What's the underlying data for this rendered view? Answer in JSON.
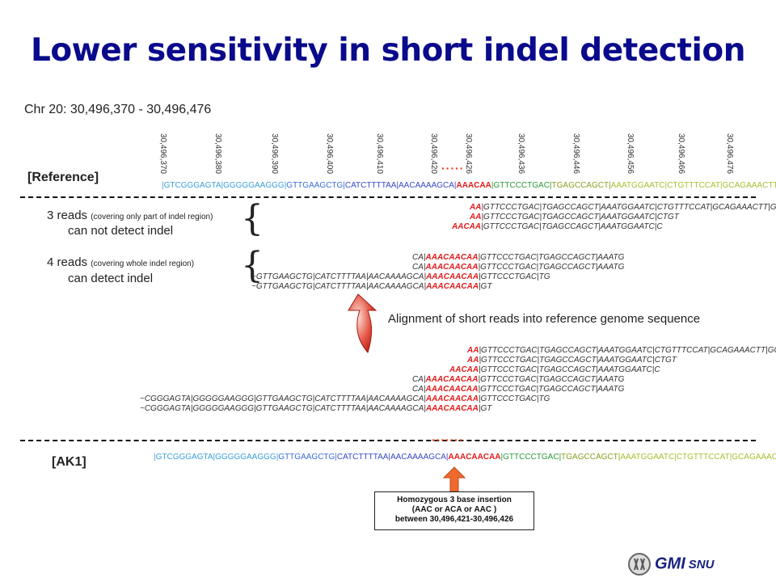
{
  "title": "Lower sensitivity in short indel detection",
  "chr_label": "Chr 20: 30,496,370 - 30,496,476",
  "ticks": [
    "30,496,370",
    "30,496,380",
    "30,496,390",
    "30,496,400",
    "30,496,410",
    "30,496,420",
    "30,496,426",
    "30,496,436",
    "30,496,446",
    "30,496,456",
    "30,496,466",
    "30,496,476"
  ],
  "reference_label": "[Reference]",
  "ak1_label": "[AK1]",
  "reference_seq": [
    {
      "t": "|GTCGGGAGTA|GGGGGAAGGG|",
      "c": "#3aa0d8"
    },
    {
      "t": "GTTGAAGCTG|",
      "c": "#3a6cd8"
    },
    {
      "t": "CATCTTTTAA|AACAAAAGCA|",
      "c": "#3a48c8"
    },
    {
      "t": "AAACAA",
      "c": "#e31b1b"
    },
    {
      "t": "|GTTCCCTGAC|",
      "c": "#2a9a3a"
    },
    {
      "t": "TGAGCCAGCT|",
      "c": "#8aa020"
    },
    {
      "t": "AAATGGAATC|CTGTTTCCAT|GCAGAAACTT|",
      "c": "#a8c030"
    }
  ],
  "ak1_seq": [
    {
      "t": "|GTCGGGAGTA|GGGGGAAGGG|",
      "c": "#3aa0d8"
    },
    {
      "t": "GTTGAAGCTG|",
      "c": "#3a6cd8"
    },
    {
      "t": "CATCTTTTAA|AACAAAAGCA|",
      "c": "#3a48c8"
    },
    {
      "t": "AAACAACAA",
      "c": "#e31b1b"
    },
    {
      "t": "|GTTCCCTGAC|",
      "c": "#2a9a3a"
    },
    {
      "t": "TGAGCCAGCT|",
      "c": "#8aa020"
    },
    {
      "t": "AAATGGAATC|CTGTTTCCAT|GCAGAAACTT|",
      "c": "#a8c030"
    }
  ],
  "group1": {
    "count": "3 reads",
    "note": "(covering only part of indel region)",
    "result": "can not detect indel",
    "reads": [
      {
        "pre": "",
        "red": "AA",
        "post": "|GTTCCCTGAC|TGAGCCAGCT|AAATGGAATC|CTGTTTCCAT|GCAGAAACTT|GCT~"
      },
      {
        "pre": "",
        "red": "AA",
        "post": "|GTTCCCTGAC|TGAGCCAGCT|AAATGGAATC|CTGT"
      },
      {
        "pre": "",
        "red": "AACAA",
        "post": "|GTTCCCTGAC|TGAGCCAGCT|AAATGGAATC|C"
      }
    ]
  },
  "group2": {
    "count": "4 reads",
    "note": "(covering whole indel region)",
    "result": "can detect indel",
    "reads": [
      {
        "pre": "CA|",
        "red": "AAACAACAA",
        "post": "|GTTCCCTGAC|TGAGCCAGCT|AAATG"
      },
      {
        "pre": "CA|",
        "red": "AAACAACAA",
        "post": "|GTTCCCTGAC|TGAGCCAGCT|AAATG"
      },
      {
        "pre": "~GTTGAAGCTG|CATCTTTTAA|AACAAAAGCA|",
        "red": "AAACAACAA",
        "post": "|GTTCCCTGAC|TG"
      },
      {
        "pre": "~GTTGAAGCTG|CATCTTTTAA|AACAAAAGCA|",
        "red": "AAACAACAA",
        "post": "|GT"
      }
    ]
  },
  "alignment_text": "Alignment of short reads into reference genome sequence",
  "lower_reads": [
    {
      "pre": "",
      "red": "AA",
      "post": "|GTTCCCTGAC|TGAGCCAGCT|AAATGGAATC|CTGTTTCCAT|GCAGAAACTT|GCT~"
    },
    {
      "pre": "",
      "red": "AA",
      "post": "|GTTCCCTGAC|TGAGCCAGCT|AAATGGAATC|CTGT"
    },
    {
      "pre": "",
      "red": "AACAA",
      "post": "|GTTCCCTGAC|TGAGCCAGCT|AAATGGAATC|C"
    },
    {
      "pre": "CA|",
      "red": "AAACAACAA",
      "post": "|GTTCCCTGAC|TGAGCCAGCT|AAATG"
    },
    {
      "pre": "CA|",
      "red": "AAACAACAA",
      "post": "|GTTCCCTGAC|TGAGCCAGCT|AAATG"
    },
    {
      "pre": "~CGGGAGTA|GGGGGAAGGG|GTTGAAGCTG|CATCTTTTAA|AACAAAAGCA|",
      "red": "AAACAACAA",
      "post": "|GTTCCCTGAC|TG"
    },
    {
      "pre": "~CGGGAGTA|GGGGGAAGGG|GTTGAAGCTG|CATCTTTTAA|AACAAAAGCA|",
      "red": "AAACAACAA",
      "post": "|GT"
    }
  ],
  "insertion_box": {
    "line1": "Homozygous 3 base insertion",
    "line2": "(AAC or ACA or AAC )",
    "line3": "between 30,496,421-30,496,426"
  },
  "logo": {
    "text": "GMI",
    "suffix": "SNU"
  },
  "colors": {
    "title": "#0a0a8c",
    "indel": "#e31b1b",
    "arrow": "#e8603a"
  }
}
